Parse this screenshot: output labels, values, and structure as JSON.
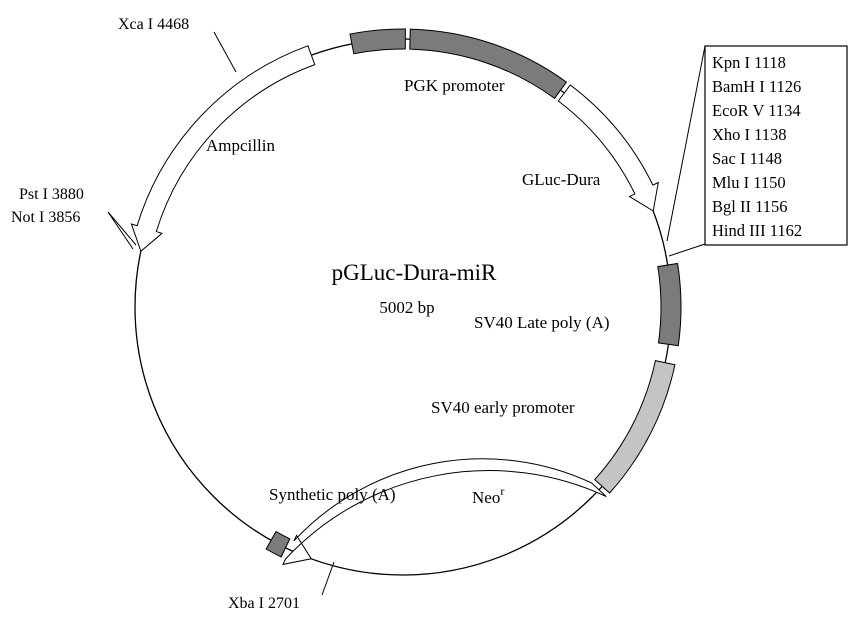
{
  "plasmid": {
    "name": "pGLuc-Dura-miR",
    "size": "5002 bp"
  },
  "colors": {
    "dark_feature": "#7b7b7b",
    "light_feature": "#c4c4c4",
    "arrow_fill": "#ffffff",
    "line": "#000000"
  },
  "features": {
    "pgk_promoter": "PGK promoter",
    "gluc_dura": "GLuc-Dura",
    "sv40_late_polya": "SV40 Late poly (A)",
    "sv40_early_promoter": "SV40 early promoter",
    "neo": "Neo",
    "neo_superscript": "r",
    "synthetic_polya": "Synthetic poly (A)",
    "ampcillin": "Ampcillin"
  },
  "sites": {
    "xca": "Xca I 4468",
    "pst": "Pst I 3880",
    "not": "Not I 3856",
    "xba": "Xba I 2701"
  },
  "mcs_box": [
    "Kpn I 1118",
    "BamH I 1126",
    "EcoR V 1134",
    "Xho I 1138",
    "Sac I 1148",
    "Mlu I 1150",
    "Bgl II 1156",
    "Hind III 1162"
  ]
}
